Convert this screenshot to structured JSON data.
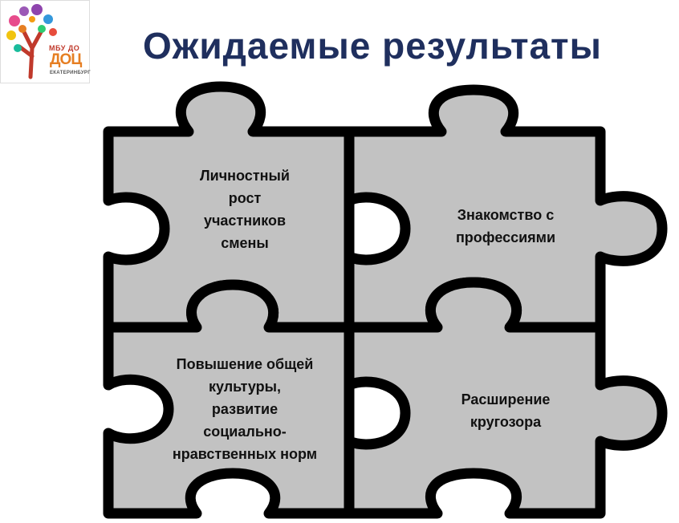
{
  "header": {
    "title": "Ожидаемые результаты"
  },
  "logo": {
    "org": "МБУ ДО",
    "brand": "ДОЦ",
    "city": "ЕКАТЕРИНБУРГ"
  },
  "pieces": [
    {
      "label": "Личностный рост участников смены",
      "lines": [
        "Личностный",
        "рост",
        "участников",
        "смены"
      ]
    },
    {
      "label": "Знакомство с профессиями",
      "lines": [
        "Знакомство с",
        "профессиями"
      ]
    },
    {
      "label": "Повышение общей культуры, развитие социально-нравственных норм",
      "lines": [
        "Повышение общей",
        "культуры,",
        "развитие",
        "социально-",
        "нравственных норм"
      ]
    },
    {
      "label": "Расширение кругозора",
      "lines": [
        "Расширение",
        "кругозора"
      ]
    }
  ],
  "colors": {
    "title": "#1f2f5e",
    "piece_fill": "#c2c2c2",
    "piece_outline": "#000000",
    "logo_trunk": "#c0392b"
  }
}
